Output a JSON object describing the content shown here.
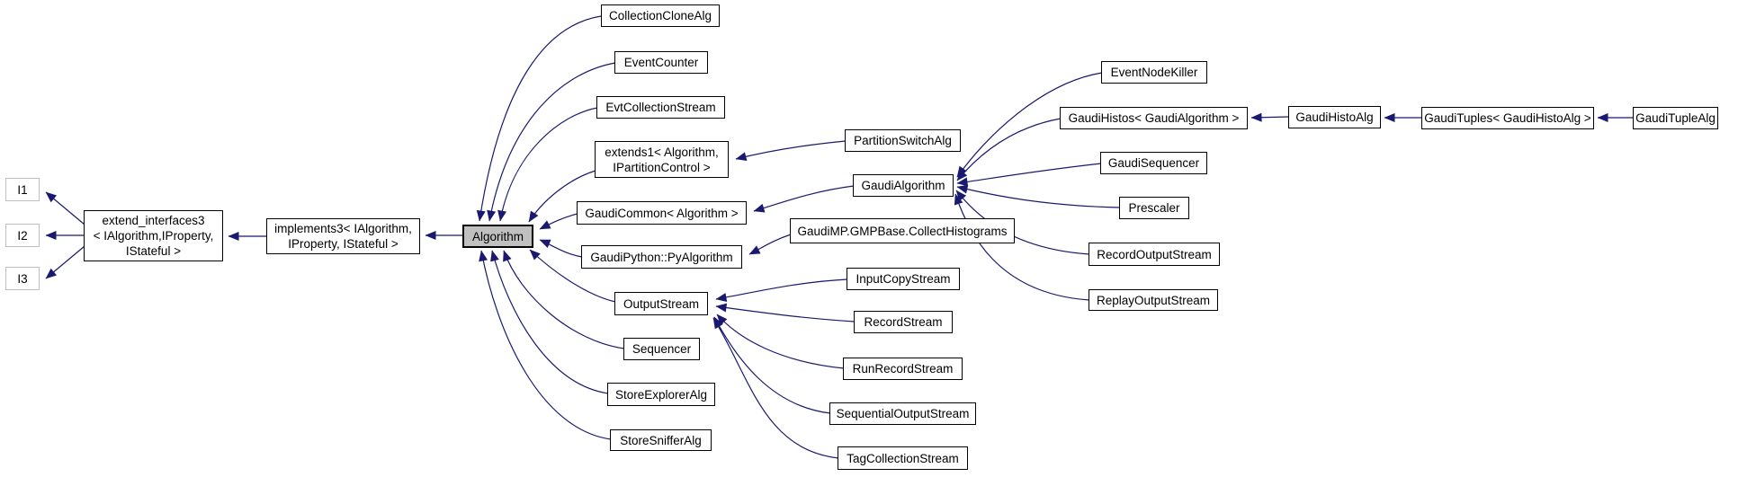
{
  "diagram": {
    "type": "class-inheritance-graph",
    "current_class": "Algorithm",
    "colors": {
      "edge": "#191970",
      "current_node_fill": "#c0c0c0",
      "node_border": "#000000",
      "external_node_border": "#c0c0c0",
      "background": "#ffffff"
    },
    "nodes": {
      "i1": {
        "label": "I1"
      },
      "i2": {
        "label": "I2"
      },
      "i3": {
        "label": "I3"
      },
      "extend_interfaces3": {
        "label": "extend_interfaces3\n< IAlgorithm,IProperty,\nIStateful >"
      },
      "implements3": {
        "label": "implements3< IAlgorithm,\nIProperty, IStateful >"
      },
      "algorithm": {
        "label": "Algorithm"
      },
      "collection_clone_alg": {
        "label": "CollectionCloneAlg"
      },
      "event_counter": {
        "label": "EventCounter"
      },
      "evt_collection_stream": {
        "label": "EvtCollectionStream"
      },
      "extends1": {
        "label": "extends1< Algorithm,\nIPartitionControl >"
      },
      "gaudi_common": {
        "label": "GaudiCommon< Algorithm >"
      },
      "gaudi_python_py_algorithm": {
        "label": "GaudiPython::PyAlgorithm"
      },
      "output_stream": {
        "label": "OutputStream"
      },
      "sequencer": {
        "label": "Sequencer"
      },
      "store_explorer_alg": {
        "label": "StoreExplorerAlg"
      },
      "store_sniffer_alg": {
        "label": "StoreSnifferAlg"
      },
      "partition_switch_alg": {
        "label": "PartitionSwitchAlg"
      },
      "gaudi_algorithm": {
        "label": "GaudiAlgorithm"
      },
      "gaudi_mp_collect_histograms": {
        "label": "GaudiMP.GMPBase.CollectHistograms"
      },
      "input_copy_stream": {
        "label": "InputCopyStream"
      },
      "record_stream": {
        "label": "RecordStream"
      },
      "run_record_stream": {
        "label": "RunRecordStream"
      },
      "sequential_output_stream": {
        "label": "SequentialOutputStream"
      },
      "tag_collection_stream": {
        "label": "TagCollectionStream"
      },
      "event_node_killer": {
        "label": "EventNodeKiller"
      },
      "gaudi_histos": {
        "label": "GaudiHistos< GaudiAlgorithm >"
      },
      "gaudi_histo_alg": {
        "label": "GaudiHistoAlg"
      },
      "gaudi_tuples": {
        "label": "GaudiTuples< GaudiHistoAlg >"
      },
      "gaudi_tuple_alg": {
        "label": "GaudiTupleAlg"
      },
      "gaudi_sequencer": {
        "label": "GaudiSequencer"
      },
      "prescaler": {
        "label": "Prescaler"
      },
      "record_output_stream": {
        "label": "RecordOutputStream"
      },
      "replay_output_stream": {
        "label": "ReplayOutputStream"
      }
    },
    "edges": [
      {
        "from": "extend_interfaces3",
        "to": "i1"
      },
      {
        "from": "extend_interfaces3",
        "to": "i2"
      },
      {
        "from": "extend_interfaces3",
        "to": "i3"
      },
      {
        "from": "implements3",
        "to": "extend_interfaces3"
      },
      {
        "from": "algorithm",
        "to": "implements3"
      },
      {
        "from": "collection_clone_alg",
        "to": "algorithm"
      },
      {
        "from": "event_counter",
        "to": "algorithm"
      },
      {
        "from": "evt_collection_stream",
        "to": "algorithm"
      },
      {
        "from": "extends1",
        "to": "algorithm"
      },
      {
        "from": "gaudi_common",
        "to": "algorithm"
      },
      {
        "from": "gaudi_python_py_algorithm",
        "to": "algorithm"
      },
      {
        "from": "output_stream",
        "to": "algorithm"
      },
      {
        "from": "sequencer",
        "to": "algorithm"
      },
      {
        "from": "store_explorer_alg",
        "to": "algorithm"
      },
      {
        "from": "store_sniffer_alg",
        "to": "algorithm"
      },
      {
        "from": "partition_switch_alg",
        "to": "extends1"
      },
      {
        "from": "gaudi_algorithm",
        "to": "gaudi_common"
      },
      {
        "from": "gaudi_mp_collect_histograms",
        "to": "gaudi_python_py_algorithm"
      },
      {
        "from": "input_copy_stream",
        "to": "output_stream"
      },
      {
        "from": "record_stream",
        "to": "output_stream"
      },
      {
        "from": "run_record_stream",
        "to": "output_stream"
      },
      {
        "from": "sequential_output_stream",
        "to": "output_stream"
      },
      {
        "from": "tag_collection_stream",
        "to": "output_stream"
      },
      {
        "from": "event_node_killer",
        "to": "gaudi_algorithm"
      },
      {
        "from": "gaudi_histos",
        "to": "gaudi_algorithm"
      },
      {
        "from": "gaudi_sequencer",
        "to": "gaudi_algorithm"
      },
      {
        "from": "prescaler",
        "to": "gaudi_algorithm"
      },
      {
        "from": "record_output_stream",
        "to": "gaudi_algorithm"
      },
      {
        "from": "replay_output_stream",
        "to": "gaudi_algorithm"
      },
      {
        "from": "gaudi_histo_alg",
        "to": "gaudi_histos"
      },
      {
        "from": "gaudi_tuples",
        "to": "gaudi_histo_alg"
      },
      {
        "from": "gaudi_tuple_alg",
        "to": "gaudi_tuples"
      }
    ]
  }
}
